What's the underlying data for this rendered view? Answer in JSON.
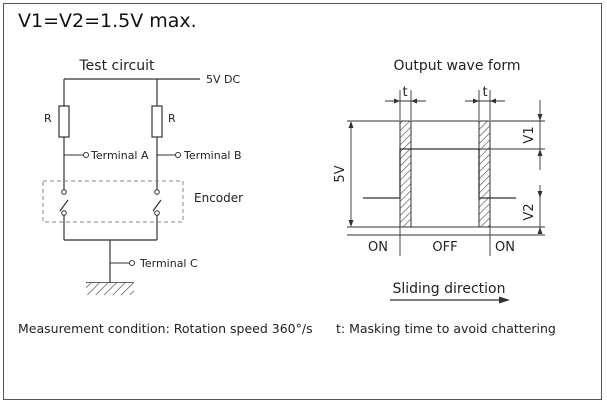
{
  "title": "V1=V2=1.5V max.",
  "test_circuit": {
    "heading": "Test circuit",
    "supply_label": "5V DC",
    "resistor_left": "R",
    "resistor_right": "R",
    "terminal_a": "Terminal A",
    "terminal_b": "Terminal B",
    "terminal_c": "Terminal C",
    "encoder_label": "Encoder"
  },
  "waveform": {
    "heading": "Output wave form",
    "t_left": "t",
    "t_right": "t",
    "v1": "V1",
    "v2": "V2",
    "amplitude": "5V",
    "state_on_left": "ON",
    "state_off": "OFF",
    "state_on_right": "ON",
    "sliding": "Sliding direction"
  },
  "notes": {
    "measurement": "Measurement condition: Rotation speed 360°/s",
    "masking": "t:  Masking time to avoid chattering"
  },
  "colors": {
    "line": "#333333",
    "hatch": "#555555",
    "encoder_box": "#888888"
  }
}
